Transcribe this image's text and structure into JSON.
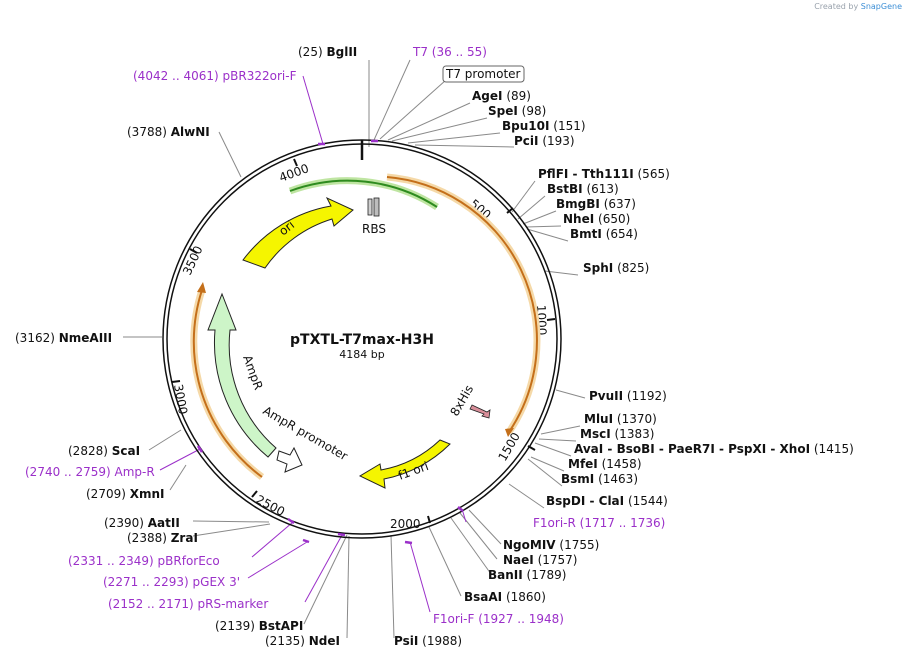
{
  "credit": {
    "prefix": "Created by",
    "brand": "SnapGene"
  },
  "plasmid": {
    "name": "pTXTL-T7max-H3H",
    "length_label": "4184 bp",
    "length": 4184
  },
  "ticks": [
    "500",
    "1000",
    "1500",
    "2000",
    "2500",
    "3000",
    "3500",
    "4000"
  ],
  "features": {
    "ori": "ori",
    "rbs": "RBS",
    "ampr": "AmpR",
    "ampr_promoter": "AmpR promoter",
    "f1ori": "f1 ori",
    "his": "8xHis",
    "t7_promoter": "T7 promoter"
  },
  "sites": [
    {
      "pos": "(25)",
      "name": "BglII"
    },
    {
      "pos": "(89)",
      "name": "AgeI"
    },
    {
      "pos": "(98)",
      "name": "SpeI"
    },
    {
      "pos": "(151)",
      "name": "Bpu10I"
    },
    {
      "pos": "(193)",
      "name": "PciI"
    },
    {
      "pos": "(565)",
      "name": "PflFI - Tth111I"
    },
    {
      "pos": "(613)",
      "name": "BstBI"
    },
    {
      "pos": "(637)",
      "name": "BmgBI"
    },
    {
      "pos": "(650)",
      "name": "NheI"
    },
    {
      "pos": "(654)",
      "name": "BmtI"
    },
    {
      "pos": "(825)",
      "name": "SphI"
    },
    {
      "pos": "(1192)",
      "name": "PvuII"
    },
    {
      "pos": "(1370)",
      "name": "MluI"
    },
    {
      "pos": "(1383)",
      "name": "MscI"
    },
    {
      "pos": "(1415)",
      "name": "AvaI - BsoBI - PaeR7I - PspXI - XhoI"
    },
    {
      "pos": "(1458)",
      "name": "MfeI"
    },
    {
      "pos": "(1463)",
      "name": "BsmI"
    },
    {
      "pos": "(1544)",
      "name": "BspDI - ClaI"
    },
    {
      "pos": "(1755)",
      "name": "NgoMIV"
    },
    {
      "pos": "(1757)",
      "name": "NaeI"
    },
    {
      "pos": "(1789)",
      "name": "BanII"
    },
    {
      "pos": "(1860)",
      "name": "BsaAI"
    },
    {
      "pos": "(1988)",
      "name": "PsiI"
    },
    {
      "pos": "(2135)",
      "name": "NdeI"
    },
    {
      "pos": "(2139)",
      "name": "BstAPI"
    },
    {
      "pos": "(2388)",
      "name": "ZraI"
    },
    {
      "pos": "(2390)",
      "name": "AatII"
    },
    {
      "pos": "(2709)",
      "name": "XmnI"
    },
    {
      "pos": "(2828)",
      "name": "ScaI"
    },
    {
      "pos": "(3162)",
      "name": "NmeAIII"
    },
    {
      "pos": "(3788)",
      "name": "AlwNI"
    }
  ],
  "primers": [
    {
      "range": "(36 .. 55)",
      "name": "T7"
    },
    {
      "range": "(4042 .. 4061)",
      "name": "pBR322ori-F"
    },
    {
      "range": "(1717 .. 1736)",
      "name": "F1ori-R"
    },
    {
      "range": "(1927 .. 1948)",
      "name": "F1ori-F"
    },
    {
      "range": "(2152 .. 2171)",
      "name": "pRS-marker"
    },
    {
      "range": "(2271 .. 2293)",
      "name": "pGEX 3'"
    },
    {
      "range": "(2331 .. 2349)",
      "name": "pBRforEco"
    },
    {
      "range": "(2740 .. 2759)",
      "name": "Amp-R"
    }
  ],
  "colors": {
    "backbone": "#111111",
    "label": "#111111",
    "primer": "#9b30c9",
    "orange_arc": "#e8963a",
    "orange_glow": "#f5d9a8",
    "green_arc": "#2e8b1f",
    "green_glow": "#bfe5a2",
    "yellow": "#f5f500",
    "light_green": "#cdf5c8",
    "his_tag": "#d98f9a",
    "credit_brand": "#3d8fd6"
  }
}
